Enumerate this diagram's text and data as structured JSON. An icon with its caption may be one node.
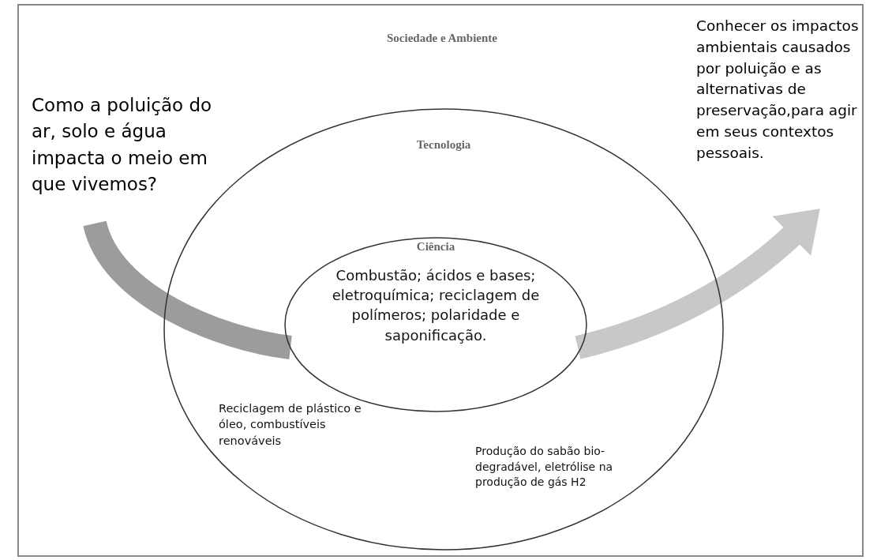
{
  "diagram": {
    "nodes": [
      {
        "text": [
          "Sociedade e Ambiente"
        ]
      },
      {
        "text": [
          "Tecnologia",
          "Reciclagem de plástico e óleo, combustíveis renováveis",
          "Produção do sabão bio-degradável, eletrólise na produção de gás H2"
        ],
        "in": 0
      },
      {
        "text": [
          "Ciência",
          "Combustão; ácidos e bases; eletroquímica; reciclagem de polímeros; polaridade e saponificação."
        ],
        "in": 1
      },
      {
        "text": [
          "Como a poluição do ar, solo e água impacta o meio em que vivemos?"
        ],
        "in": 0
      },
      {
        "text": [
          "Conhecer os impactos ambientais causados por poluição e as alternativas de preservação,para agir em seus contextos pessoais."
        ],
        "in": 0
      }
    ],
    "edges": [
      {
        "from": 3,
        "to": 2,
        "arrow": "none"
      },
      {
        "from": 2,
        "to": 4,
        "arrow": "to"
      }
    ]
  }
}
